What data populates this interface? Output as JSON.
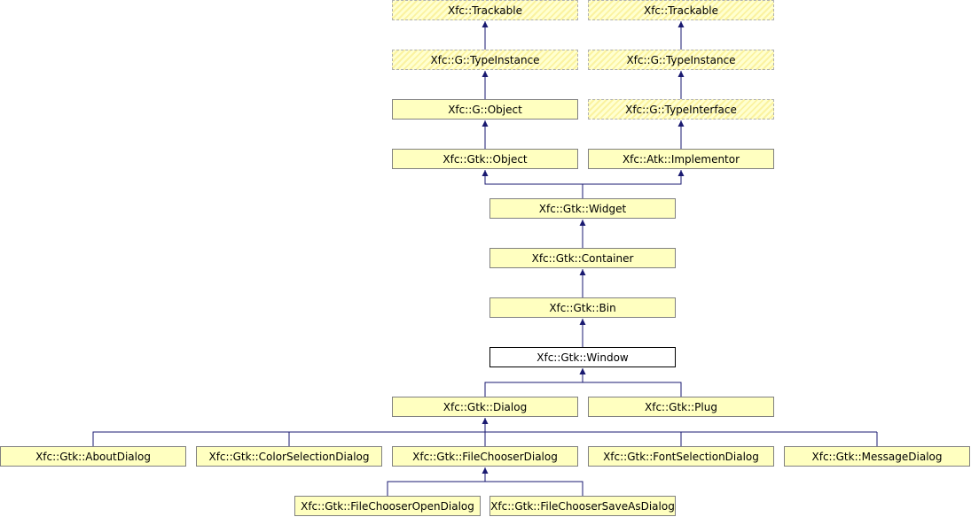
{
  "nodes": {
    "trackable_a": "Xfc::Trackable",
    "trackable_b": "Xfc::Trackable",
    "type_instance_a": "Xfc::G::TypeInstance",
    "type_instance_b": "Xfc::G::TypeInstance",
    "g_object": "Xfc::G::Object",
    "type_interface": "Xfc::G::TypeInterface",
    "gtk_object": "Xfc::Gtk::Object",
    "atk_implementor": "Xfc::Atk::Implementor",
    "widget": "Xfc::Gtk::Widget",
    "container": "Xfc::Gtk::Container",
    "bin": "Xfc::Gtk::Bin",
    "window": "Xfc::Gtk::Window",
    "dialog": "Xfc::Gtk::Dialog",
    "plug": "Xfc::Gtk::Plug",
    "about_dialog": "Xfc::Gtk::AboutDialog",
    "color_selection_dialog": "Xfc::Gtk::ColorSelectionDialog",
    "file_chooser_dialog": "Xfc::Gtk::FileChooserDialog",
    "font_selection_dialog": "Xfc::Gtk::FontSelectionDialog",
    "message_dialog": "Xfc::Gtk::MessageDialog",
    "file_chooser_open_dialog": "Xfc::Gtk::FileChooserOpenDialog",
    "file_chooser_save_as_dialog": "Xfc::Gtk::FileChooserSaveAsDialog"
  },
  "colors": {
    "node_fill": "#ffffc0",
    "node_border": "#808080",
    "current_fill": "#ffffff",
    "edge": "#191970"
  }
}
